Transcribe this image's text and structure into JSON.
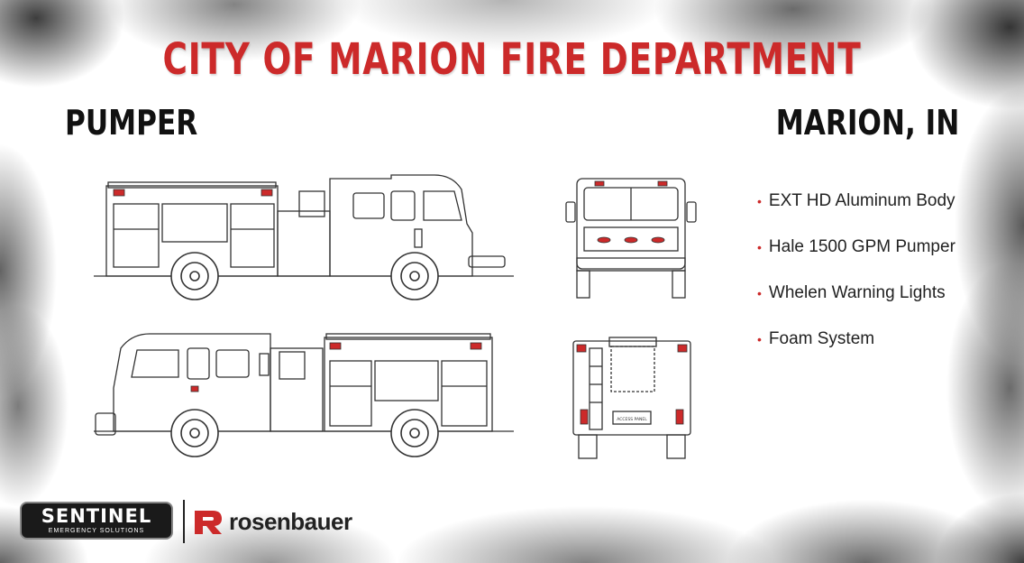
{
  "header": {
    "title": "CITY OF MARION FIRE DEPARTMENT"
  },
  "labels": {
    "apparatus": "PUMPER",
    "location": "MARION, IN"
  },
  "features": [
    "EXT HD Aluminum Body",
    "Hale 1500 GPM Pumper",
    "Whelen Warning Lights",
    "Foam System"
  ],
  "rear_view": {
    "plate_text": "ACCESS PANEL"
  },
  "footer": {
    "sentinel": {
      "name": "SENTINEL",
      "tagline": "EMERGENCY SOLUTIONS"
    },
    "rosenbauer": {
      "name": "rosenbauer"
    }
  },
  "colors": {
    "accent_red": "#cc2a2a",
    "ink": "#111111"
  }
}
